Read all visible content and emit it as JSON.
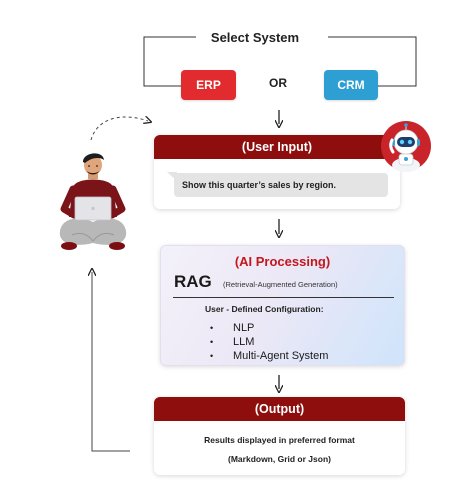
{
  "select": {
    "title": "Select System",
    "erp_label": "ERP",
    "or_label": "OR",
    "crm_label": "CRM"
  },
  "user_input": {
    "header": "(User Input)",
    "message": "Show this quarter’s sales by region."
  },
  "ai": {
    "header": "(AI Processing)",
    "rag_label": "RAG",
    "rag_full": "(Retrieval-Augmented Generation)",
    "config_label": "User - Defined Configuration:",
    "items": [
      "NLP",
      "LLM",
      "Multi-Agent System"
    ]
  },
  "output": {
    "header": "(Output)",
    "line1": "Results displayed in preferred format",
    "line2": "(Markdown, Grid or Json)"
  },
  "colors": {
    "erp": "#e12b2e",
    "crm": "#2e9fd3",
    "header_red": "#8e0d0d",
    "ai_title": "#c4161c"
  },
  "icons": {
    "person": "user-with-laptop-icon",
    "robot": "robot-assistant-icon"
  }
}
